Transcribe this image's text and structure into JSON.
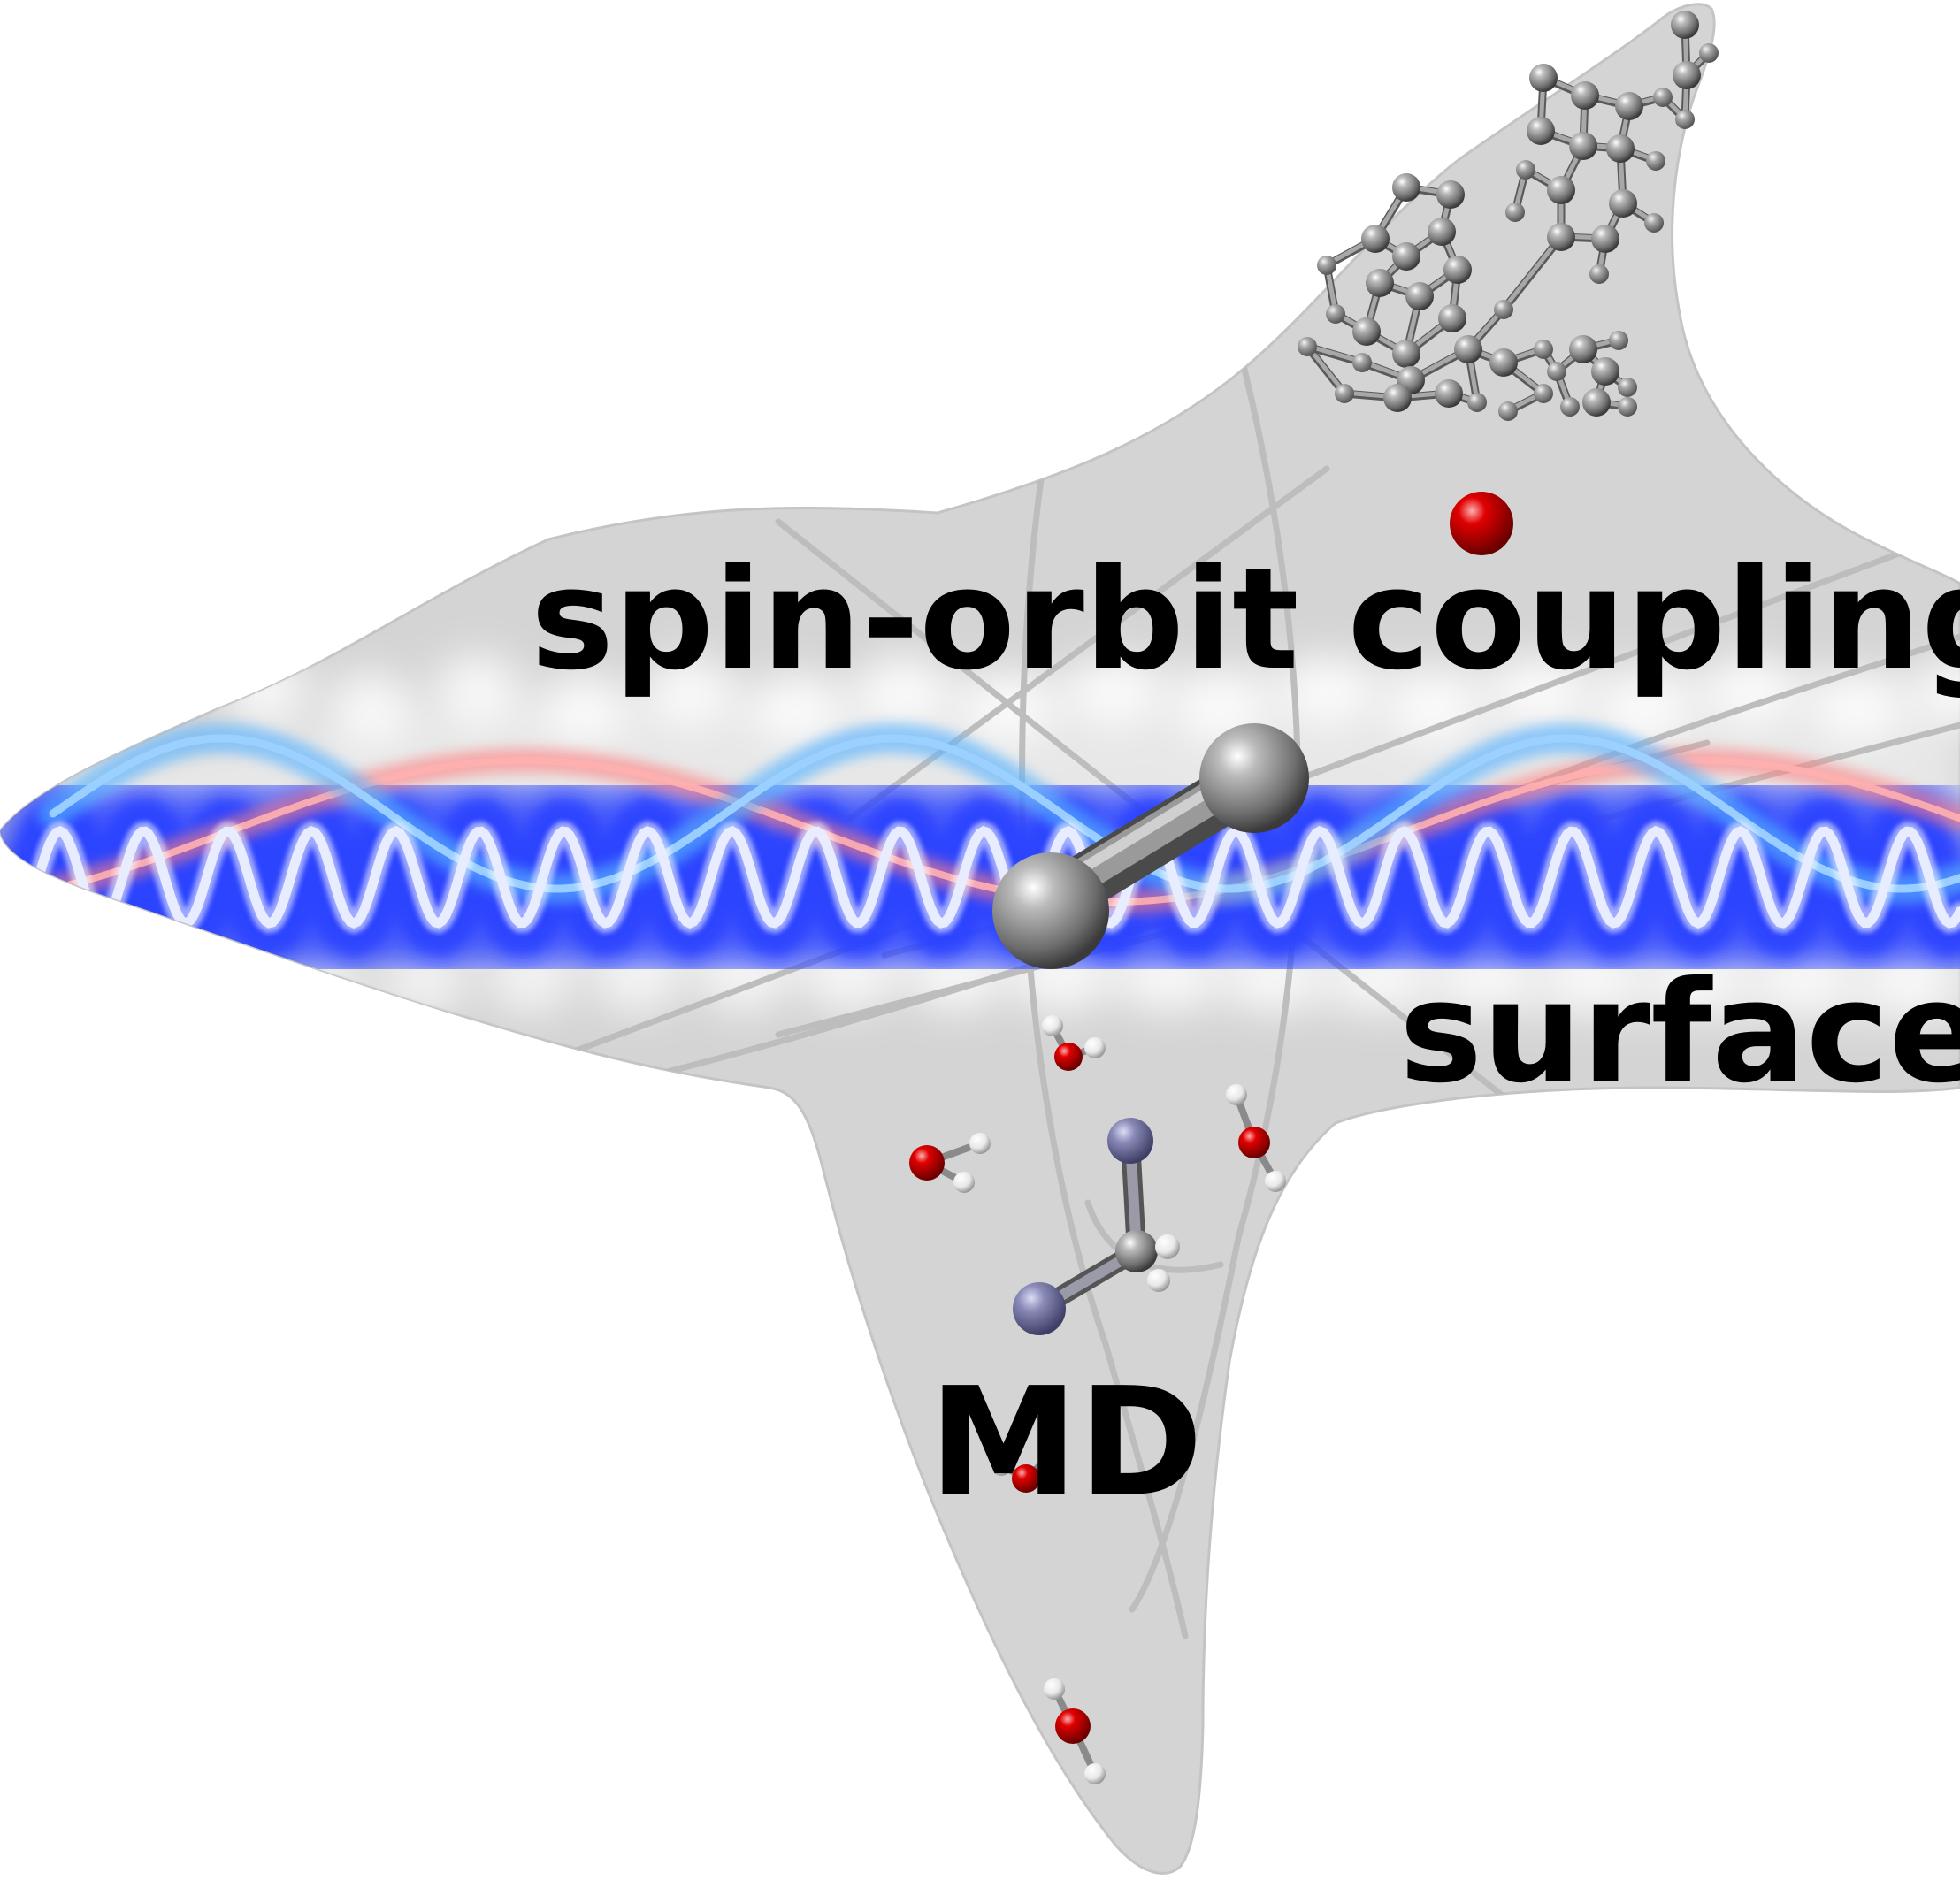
{
  "labels": {
    "spin_orbit": "spin-orbit coupling",
    "surface": "surface",
    "md": "MD"
  },
  "colors": {
    "shape_fill": "#d4d4d4",
    "shape_edge": "#c4c4c4",
    "guide_lines": "#bdbdbd",
    "wave_blue_glow": "#2a43ff",
    "wave_light_blue": "#5ab4ff",
    "wave_red": "#ff8080",
    "wave_white": "#e8ecff",
    "atom_carbon": "#8c8c8c",
    "atom_oxygen": "#d60000",
    "atom_hydrogen": "#f2f2f2",
    "atom_nitrogen": "#7f7fb0",
    "text": "#000000"
  },
  "icons": {
    "background": "starfish-shape",
    "center": "diatomic-molecule-icon",
    "top_right": "organic-molecule-cluster-icon",
    "single_atom": "oxygen-atom-icon",
    "bottom": "solvated-molecule-icon"
  }
}
